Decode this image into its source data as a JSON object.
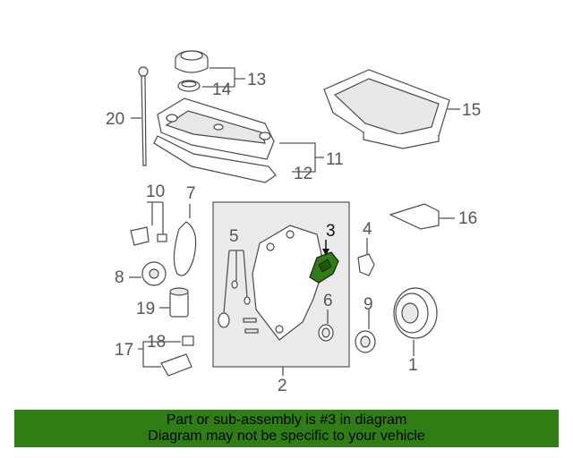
{
  "diagram": {
    "callouts": {
      "c1": "1",
      "c2": "2",
      "c3": "3",
      "c4": "4",
      "c5": "5",
      "c6": "6",
      "c7": "7",
      "c8": "8",
      "c9": "9",
      "c10": "10",
      "c11": "11",
      "c12": "12",
      "c13": "13",
      "c14": "14",
      "c15": "15",
      "c16": "16",
      "c17": "17",
      "c18": "18",
      "c19": "19",
      "c20": "20"
    },
    "highlight_color": "#2f7d14",
    "highlighted_part": "3"
  },
  "banner": {
    "line1": "Part or sub-assembly is #3 in diagram",
    "line2": "Diagram may not be specific to your vehicle",
    "background": "#2f7d14"
  }
}
